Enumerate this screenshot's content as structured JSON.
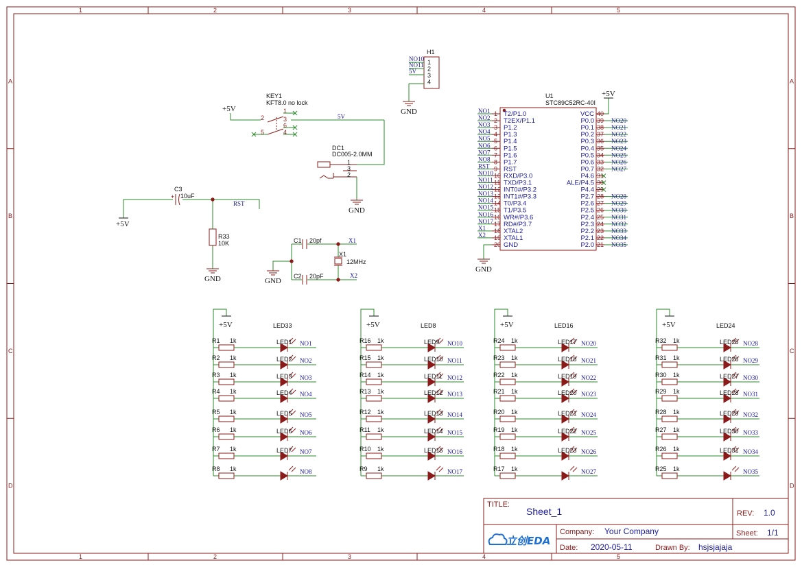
{
  "grid": {
    "cols": [
      "1",
      "2",
      "3",
      "4",
      "5"
    ],
    "rows": [
      "A",
      "B",
      "C",
      "D"
    ]
  },
  "colors": {
    "frame": "#8b1a1a",
    "wire": "#2a8a2a",
    "net": "#1a1a9a",
    "logo": "#1e6fd0"
  },
  "header": {
    "mcu": {
      "ref": "U1",
      "part": "STC89C52RC-40I",
      "vcc": "+5V",
      "gnd": "GND",
      "left_pins": [
        {
          "num": "1",
          "name": "T2/P1.0",
          "net": "NO1"
        },
        {
          "num": "2",
          "name": "T2EX/P1.1",
          "net": "NO2"
        },
        {
          "num": "3",
          "name": "P1.2",
          "net": "NO3"
        },
        {
          "num": "4",
          "name": "P1.3",
          "net": "NO4"
        },
        {
          "num": "5",
          "name": "P1.4",
          "net": "NO5"
        },
        {
          "num": "6",
          "name": "P1.5",
          "net": "NO6"
        },
        {
          "num": "7",
          "name": "P1.6",
          "net": "NO7"
        },
        {
          "num": "8",
          "name": "P1.7",
          "net": "NO8"
        },
        {
          "num": "9",
          "name": "RST",
          "net": "RST"
        },
        {
          "num": "10",
          "name": "RXD/P3.0",
          "net": "NO10"
        },
        {
          "num": "11",
          "name": "TXD/P3.1",
          "net": "NO11"
        },
        {
          "num": "12",
          "name": "INT0#/P3.2",
          "net": "NO12"
        },
        {
          "num": "13",
          "name": "INT1#/P3.3",
          "net": "NO13"
        },
        {
          "num": "14",
          "name": "T0/P3.4",
          "net": "NO14"
        },
        {
          "num": "15",
          "name": "T1/P3.5",
          "net": "NO15"
        },
        {
          "num": "16",
          "name": "WR#/P3.6",
          "net": "NO16"
        },
        {
          "num": "17",
          "name": "RD#/P3.7",
          "net": "NO17"
        },
        {
          "num": "18",
          "name": "XTAL2",
          "net": "X1"
        },
        {
          "num": "19",
          "name": "XTAL1",
          "net": "X2"
        },
        {
          "num": "20",
          "name": "GND",
          "net": ""
        }
      ],
      "right_pins": [
        {
          "num": "40",
          "name": "VCC",
          "net": ""
        },
        {
          "num": "39",
          "name": "P0.0",
          "net": "NO20"
        },
        {
          "num": "38",
          "name": "P0.1",
          "net": "NO21"
        },
        {
          "num": "37",
          "name": "P0.2",
          "net": "NO22"
        },
        {
          "num": "36",
          "name": "P0.3",
          "net": "NO23"
        },
        {
          "num": "35",
          "name": "P0.4",
          "net": "NO24"
        },
        {
          "num": "34",
          "name": "P0.5",
          "net": "NO25"
        },
        {
          "num": "33",
          "name": "P0.6",
          "net": "NO26"
        },
        {
          "num": "32",
          "name": "P0.7",
          "net": "NO27"
        },
        {
          "num": "31",
          "name": "P4.6",
          "net": ""
        },
        {
          "num": "30",
          "name": "ALE/P4.5",
          "net": ""
        },
        {
          "num": "29",
          "name": "P4.4",
          "net": ""
        },
        {
          "num": "28",
          "name": "P2.7",
          "net": "NO28"
        },
        {
          "num": "27",
          "name": "P2.6",
          "net": "NO29"
        },
        {
          "num": "26",
          "name": "P2.5",
          "net": "NO30"
        },
        {
          "num": "25",
          "name": "P2.4",
          "net": "NO31"
        },
        {
          "num": "24",
          "name": "P2.3",
          "net": "NO32"
        },
        {
          "num": "23",
          "name": "P2.2",
          "net": "NO33"
        },
        {
          "num": "22",
          "name": "P2.1",
          "net": "NO34"
        },
        {
          "num": "21",
          "name": "P2.0",
          "net": "NO35"
        }
      ]
    }
  },
  "h1": {
    "ref": "H1",
    "pins": [
      "1",
      "2",
      "3",
      "4"
    ],
    "nets": [
      "NO10",
      "NO11",
      "5V"
    ],
    "gnd": "GND"
  },
  "key1": {
    "ref": "KEY1",
    "part": "KFT8.0 no lock",
    "vcc": "+5V",
    "net": "5V",
    "pins": [
      "1",
      "2",
      "3",
      "4",
      "5",
      "6"
    ]
  },
  "dc1": {
    "ref": "DC1",
    "part": "DC005-2.0MM",
    "pins": [
      "1",
      "3",
      "2"
    ],
    "gnd": "GND"
  },
  "reset": {
    "cap_ref": "C3",
    "cap_val": "10uF",
    "plus": "+",
    "vcc": "+5V",
    "net": "RST",
    "res_ref": "R33",
    "res_val": "10K",
    "gnd": "GND"
  },
  "crystal": {
    "c1_ref": "C1",
    "c1_val": "20pf",
    "c2_ref": "C2",
    "c2_val": "20pF",
    "x_ref": "X1",
    "x_val": "12MHz",
    "net1": "X1",
    "net2": "X2",
    "gnd": "GND"
  },
  "led_groups": [
    {
      "vcc": "+5V",
      "title": "LED33",
      "rows": [
        {
          "r": "R1",
          "v": "1k",
          "led": "LED1",
          "net": "NO1"
        },
        {
          "r": "R2",
          "v": "1k",
          "led": "LED2",
          "net": "NO2"
        },
        {
          "r": "R3",
          "v": "1k",
          "led": "LED3",
          "net": "NO3"
        },
        {
          "r": "R4",
          "v": "1k",
          "led": "LED4",
          "net": "NO4"
        },
        {
          "r": "R5",
          "v": "1k",
          "led": "LED5",
          "net": "NO5"
        },
        {
          "r": "R6",
          "v": "1k",
          "led": "LED6",
          "net": "NO6"
        },
        {
          "r": "R7",
          "v": "1k",
          "led": "LED7",
          "net": "NO7"
        },
        {
          "r": "R8",
          "v": "1k",
          "led": "",
          "net": "NO8"
        }
      ]
    },
    {
      "vcc": "+5V",
      "title": "LED8",
      "rows": [
        {
          "r": "R16",
          "v": "1k",
          "led": "LED9",
          "net": "NO10"
        },
        {
          "r": "R15",
          "v": "1k",
          "led": "LED10",
          "net": "NO11"
        },
        {
          "r": "R14",
          "v": "1k",
          "led": "LED11",
          "net": "NO12"
        },
        {
          "r": "R13",
          "v": "1k",
          "led": "LED12",
          "net": "NO13"
        },
        {
          "r": "R12",
          "v": "1k",
          "led": "LED13",
          "net": "NO14"
        },
        {
          "r": "R11",
          "v": "1k",
          "led": "LED14",
          "net": "NO15"
        },
        {
          "r": "R10",
          "v": "1k",
          "led": "LED15",
          "net": "NO16"
        },
        {
          "r": "R9",
          "v": "1k",
          "led": "",
          "net": "NO17"
        }
      ]
    },
    {
      "vcc": "+5V",
      "title": "LED16",
      "rows": [
        {
          "r": "R24",
          "v": "1k",
          "led": "LED17",
          "net": "NO20"
        },
        {
          "r": "R23",
          "v": "1k",
          "led": "LED18",
          "net": "NO21"
        },
        {
          "r": "R22",
          "v": "1k",
          "led": "LED19",
          "net": "NO22"
        },
        {
          "r": "R21",
          "v": "1k",
          "led": "LED20",
          "net": "NO23"
        },
        {
          "r": "R20",
          "v": "1k",
          "led": "LED21",
          "net": "NO24"
        },
        {
          "r": "R19",
          "v": "1k",
          "led": "LED22",
          "net": "NO25"
        },
        {
          "r": "R18",
          "v": "1k",
          "led": "LED23",
          "net": "NO26"
        },
        {
          "r": "R17",
          "v": "1k",
          "led": "",
          "net": "NO27"
        }
      ]
    },
    {
      "vcc": "+5V",
      "title": "LED24",
      "rows": [
        {
          "r": "R32",
          "v": "1k",
          "led": "LED25",
          "net": "NO28"
        },
        {
          "r": "R31",
          "v": "1k",
          "led": "LED26",
          "net": "NO29"
        },
        {
          "r": "R30",
          "v": "1k",
          "led": "LED27",
          "net": "NO30"
        },
        {
          "r": "R29",
          "v": "1k",
          "led": "LED28",
          "net": "NO31"
        },
        {
          "r": "R28",
          "v": "1k",
          "led": "LED29",
          "net": "NO32"
        },
        {
          "r": "R27",
          "v": "1k",
          "led": "LED30",
          "net": "NO33"
        },
        {
          "r": "R26",
          "v": "1k",
          "led": "LED31",
          "net": "NO34"
        },
        {
          "r": "R25",
          "v": "1k",
          "led": "",
          "net": "NO35"
        }
      ]
    }
  ],
  "title_block": {
    "title_label": "TITLE:",
    "title": "Sheet_1",
    "rev_label": "REV:",
    "rev": "1.0",
    "company_label": "Company:",
    "company": "Your Company",
    "sheet_label": "Sheet:",
    "sheet": "1/1",
    "date_label": "Date:",
    "date": "2020-05-11",
    "drawn_label": "Drawn By:",
    "drawn": "hsjsjajaja",
    "logo": "立创EDA"
  }
}
